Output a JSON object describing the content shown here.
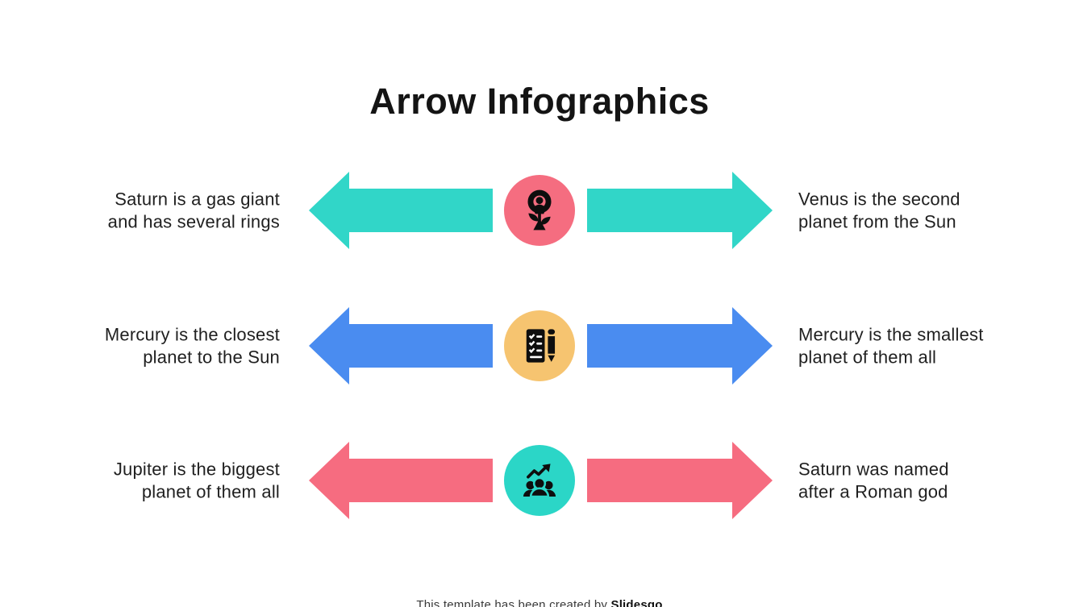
{
  "title": "Arrow Infographics",
  "rows": [
    {
      "left_line1": "Saturn is a gas giant",
      "left_line2": "and has several rings",
      "right_line1": "Venus is the second",
      "right_line2": "planet from the Sun",
      "arrow_color": "#31D6C8",
      "circle_color": "#F56D80",
      "icon": "plant-person-icon"
    },
    {
      "left_line1": "Mercury is the closest",
      "left_line2": "planet to the Sun",
      "right_line1": "Mercury is the smallest",
      "right_line2": "planet of them all",
      "arrow_color": "#4A8CF0",
      "circle_color": "#F6C470",
      "icon": "checklist-pencil-icon"
    },
    {
      "left_line1": "Jupiter is the biggest",
      "left_line2": "planet of them all",
      "right_line1": "Saturn was named",
      "right_line2": "after a Roman god",
      "arrow_color": "#F66C80",
      "circle_color": "#2BD6C7",
      "icon": "team-growth-icon"
    }
  ],
  "footer": {
    "prefix": "This template has been created by ",
    "brand": "Slidesgo"
  },
  "colors": {
    "background": "#FFFFFF",
    "body_text": "#1F1F1F",
    "title_text": "#141414",
    "icon_glyph": "#0E0E0E"
  }
}
